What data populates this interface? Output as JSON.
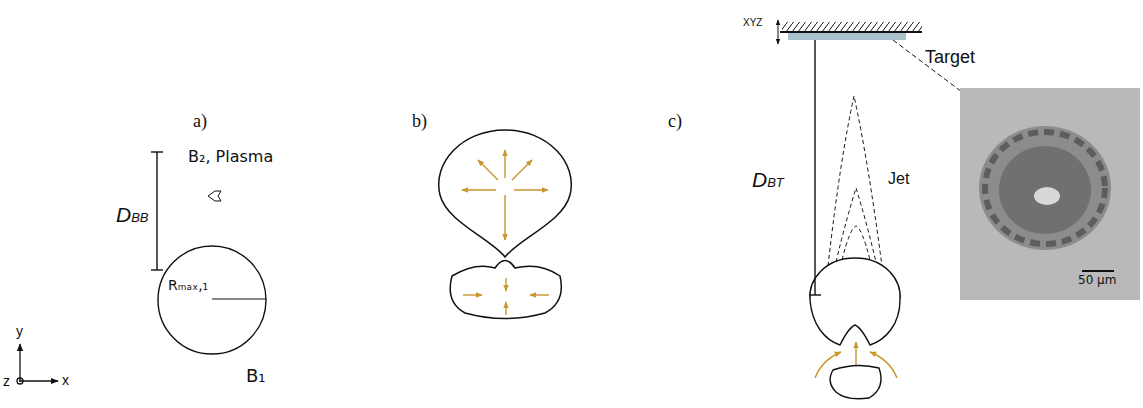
{
  "diagram": {
    "labels": [
      "a)",
      "B₂, Plasma",
      "DBB",
      "Rₘₐₓ,₁",
      "B₁",
      "y",
      "x",
      "z",
      "b)",
      "XYZ",
      "Target",
      "c)",
      "DBT",
      "Jet",
      "50 μm"
    ]
  }
}
